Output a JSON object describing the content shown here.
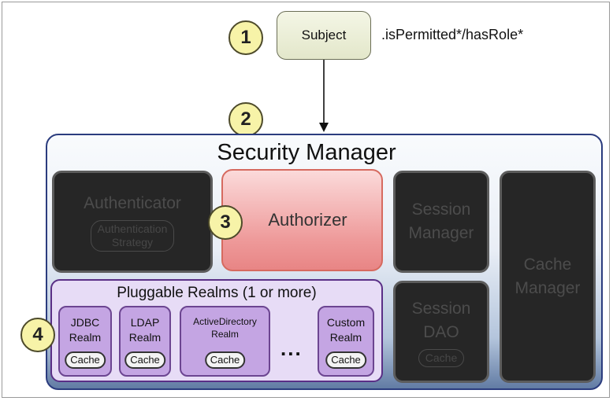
{
  "badges": [
    "1",
    "2",
    "3",
    "4"
  ],
  "subject": {
    "label": "Subject",
    "method": ".isPermitted*/hasRole*"
  },
  "security_manager": {
    "title": "Security Manager",
    "authenticator": {
      "label": "Authenticator",
      "strategy_line1": "Authentication",
      "strategy_line2": "Strategy"
    },
    "authorizer": {
      "label": "Authorizer"
    },
    "session_manager": {
      "line1": "Session",
      "line2": "Manager"
    },
    "cache_manager": {
      "line1": "Cache",
      "line2": "Manager"
    },
    "session_dao": {
      "line1": "Session",
      "line2": "DAO",
      "cache": "Cache"
    },
    "realms": {
      "title": "Pluggable Realms (1 or more)",
      "items": [
        {
          "line1": "JDBC",
          "line2": "Realm",
          "cache": "Cache"
        },
        {
          "line1": "LDAP",
          "line2": "Realm",
          "cache": "Cache"
        },
        {
          "line1": "ActiveDirectory",
          "line2": "Realm",
          "cache": "Cache"
        },
        {
          "line1": "Custom",
          "line2": "Realm",
          "cache": "Cache"
        }
      ],
      "ellipsis": "..."
    }
  }
}
